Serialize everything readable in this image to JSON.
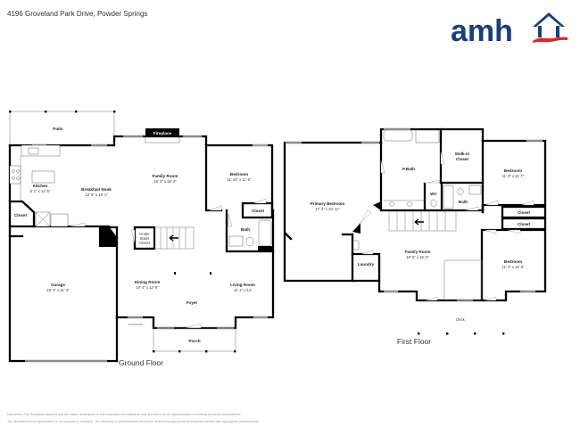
{
  "header": {
    "address": "4196 Groveland Park Drive, Powder Springs",
    "logo": {
      "text": "amh",
      "icon": "house-roof-icon",
      "brand_color": "#1c3f7a",
      "accent_color": "#d8262f"
    }
  },
  "ground_floor": {
    "label": "Ground Floor",
    "rooms": {
      "patio": {
        "name": "Patio"
      },
      "fireplace": {
        "name": "Fireplace"
      },
      "kitchen": {
        "name": "Kitchen",
        "dims": "9' 1\" x 14' 5\""
      },
      "breakfast_nook": {
        "name": "Breakfast Nook",
        "dims": "13' 5\" x 18' 1\""
      },
      "family_room": {
        "name": "Family Room",
        "dims": "16' 2\" x 16' 3\""
      },
      "bedroom": {
        "name": "Bedroom",
        "dims": "11' 10\" x 11' 6\""
      },
      "closet_bedroom": {
        "name": "Closet"
      },
      "closet_kitchen": {
        "name": "Closet"
      },
      "bath": {
        "name": "Bath"
      },
      "under_stairs_closet": {
        "line1": "Under",
        "line2": "Stairs",
        "line3": "Closet"
      },
      "garage": {
        "name": "Garage",
        "dims": "19' 4\" x 21' 3\""
      },
      "dining_room": {
        "name": "Dining Room",
        "dims": "10' 4\" x 14' 6\""
      },
      "living_room": {
        "name": "Living Room",
        "dims": "11' 2\" x 14'"
      },
      "foyer": {
        "name": "Foyer"
      },
      "porch": {
        "name": "Porch"
      }
    }
  },
  "first_floor": {
    "label": "First Floor",
    "rooms": {
      "primary_bedroom": {
        "name": "Primary Bedroom",
        "dims": "17' 4\" x 24' 11\""
      },
      "p_bath": {
        "name": "P.Bath"
      },
      "walk_in_closet": {
        "line1": "Walk-in",
        "line2": "Closet"
      },
      "wc": {
        "name": "WC"
      },
      "bath": {
        "name": "Bath"
      },
      "bedroom_1": {
        "name": "Bedroom",
        "dims": "11' 3\" x 11' 7\""
      },
      "closet_1": {
        "name": "Closet"
      },
      "closet_2": {
        "name": "Closet"
      },
      "bedroom_2": {
        "name": "Bedroom",
        "dims": "11' 3\" x 12' 9\""
      },
      "family_room": {
        "name": "Family Room",
        "dims": "18' 5\" x 16' 2\""
      },
      "laundry": {
        "name": "Laundry"
      },
      "deck": {
        "name": "Deck"
      }
    }
  },
  "disclaimer": {
    "line1": "Disclaimer: The floorplans depicted and the stated dimensions in this illustration are indicative only and serve as an approximation of existing structures and features.",
    "line2": "This illustration is not guaranteed to be accurate or complete. The accuracy of all information should be verified through personal inspection and/or with appropriate professionals."
  }
}
